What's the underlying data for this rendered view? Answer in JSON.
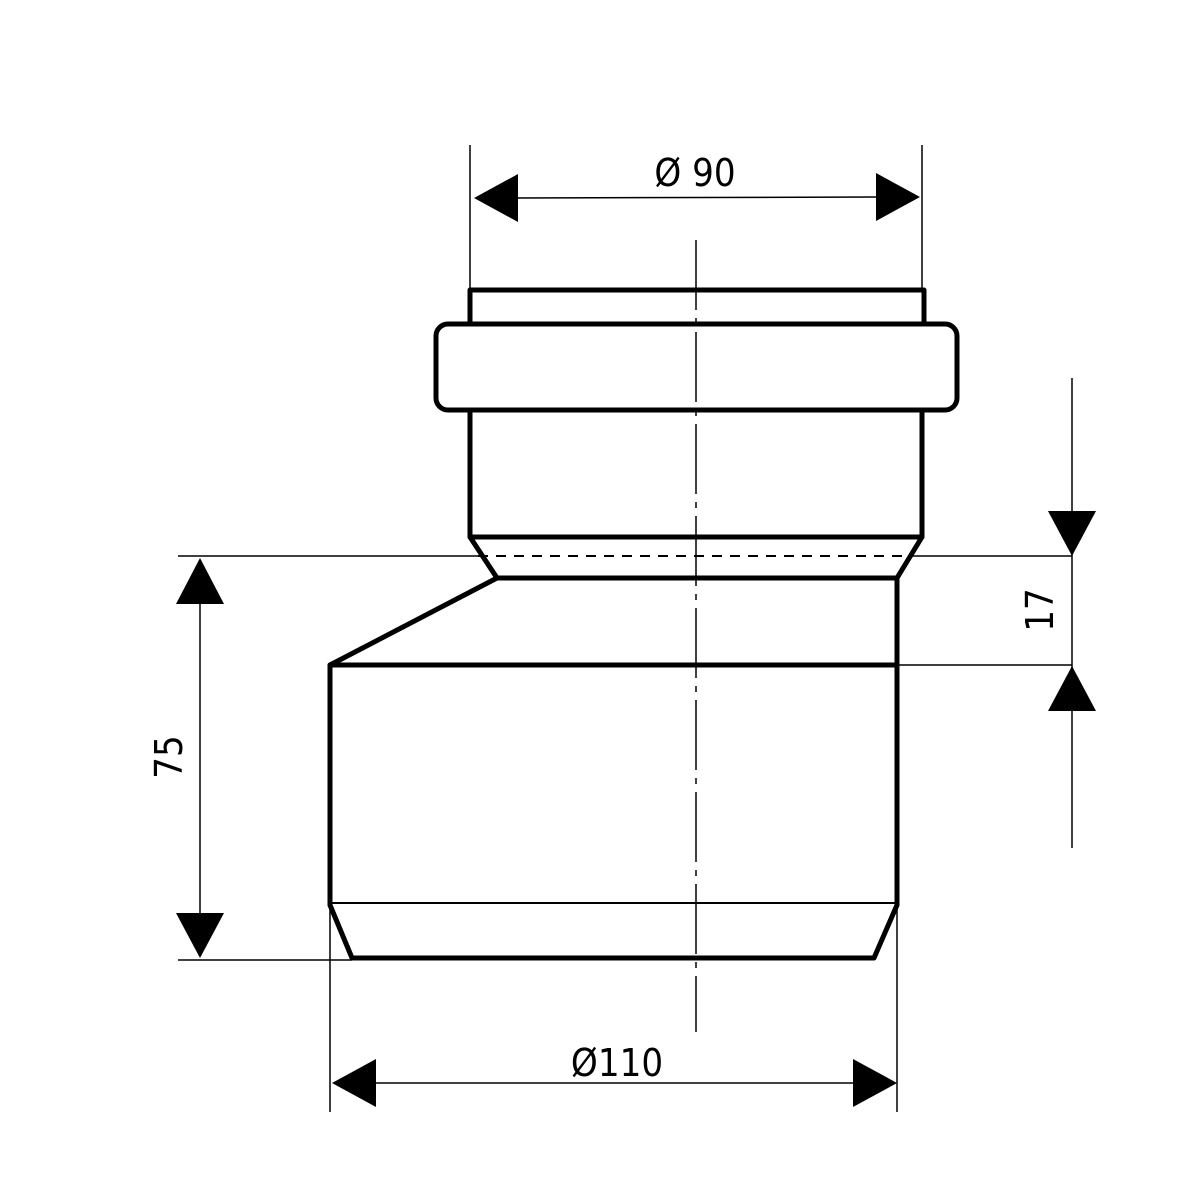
{
  "dimensions": {
    "top_diameter": "Ø 90",
    "bottom_diameter": "Ø110",
    "height": "75",
    "offset": "17"
  },
  "colors": {
    "line": "#000000",
    "background": "#ffffff"
  }
}
